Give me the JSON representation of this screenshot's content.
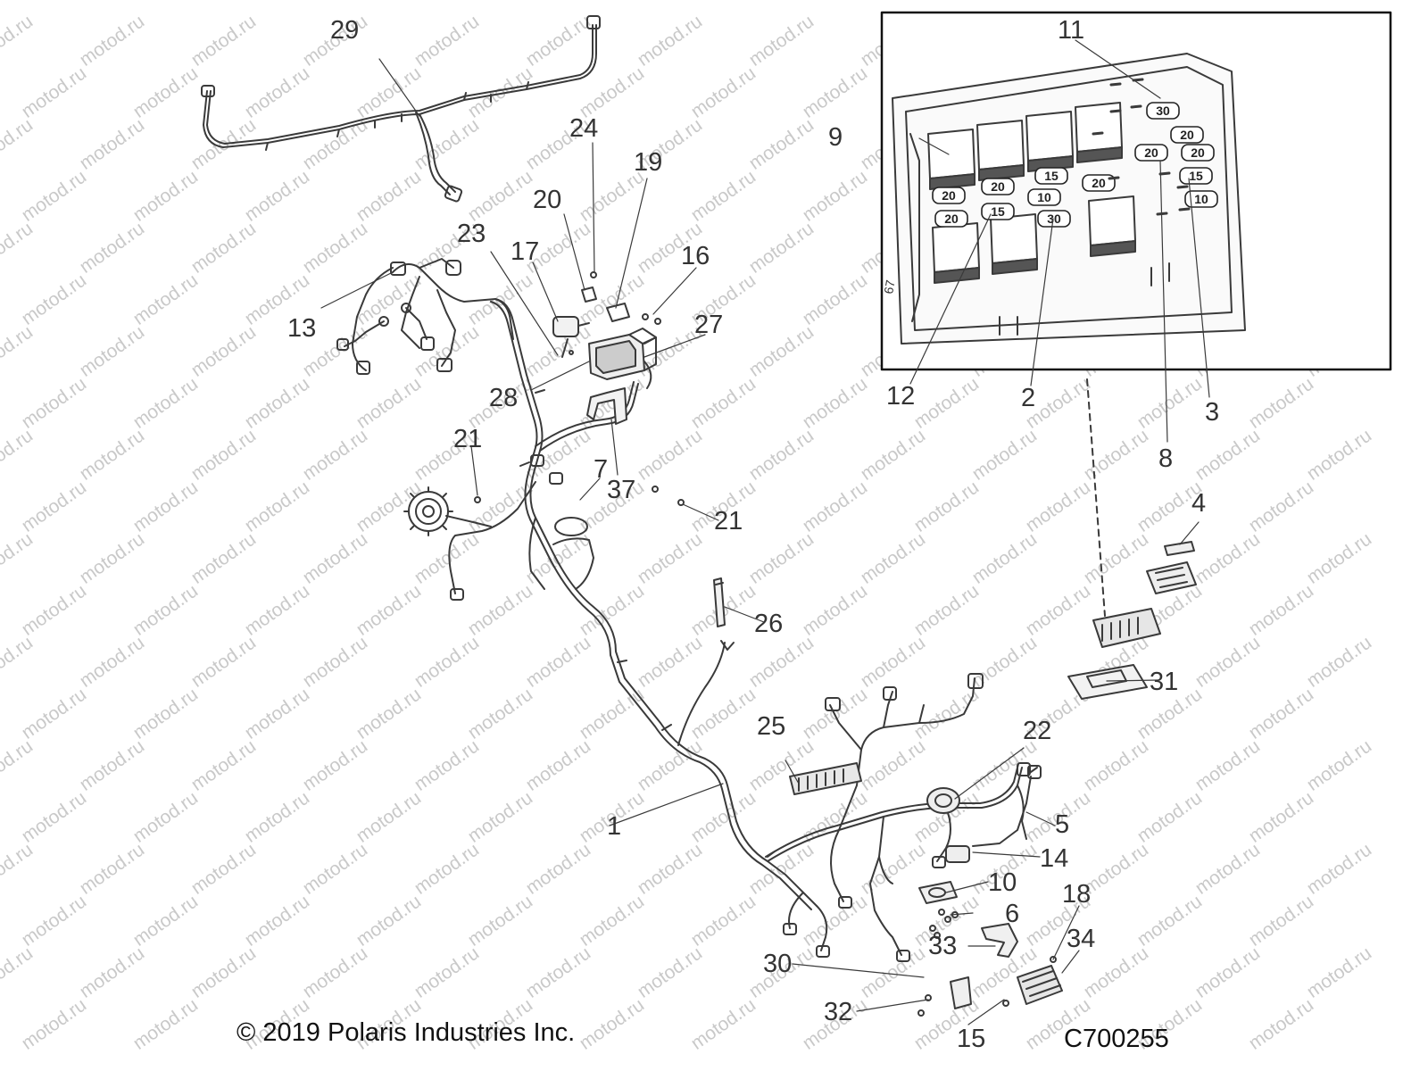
{
  "watermark": "motod.ru",
  "copyright": "© 2019 Polaris Industries Inc.",
  "diagram_code": "C700255",
  "callouts": {
    "c1": "1",
    "c2": "2",
    "c3": "3",
    "c4": "4",
    "c5": "5",
    "c6": "6",
    "c7": "7",
    "c8": "8",
    "c9": "9",
    "c10": "10",
    "c11": "11",
    "c12": "12",
    "c13": "13",
    "c14": "14",
    "c15": "15",
    "c16": "16",
    "c17": "17",
    "c18": "18",
    "c19": "19",
    "c20": "20",
    "c21a": "21",
    "c21b": "21",
    "c22": "22",
    "c23": "23",
    "c24": "24",
    "c25": "25",
    "c26": "26",
    "c27": "27",
    "c28": "28",
    "c29": "29",
    "c30": "30",
    "c31": "31",
    "c32": "32",
    "c33": "33",
    "c34": "34",
    "c37": "37"
  },
  "fuse_box": {
    "fuses": [
      "20",
      "20",
      "15",
      "20",
      "20",
      "10",
      "15",
      "30",
      "30",
      "20",
      "20",
      "20",
      "15",
      "10"
    ],
    "relay_count": 7,
    "housing_mark": "67"
  }
}
